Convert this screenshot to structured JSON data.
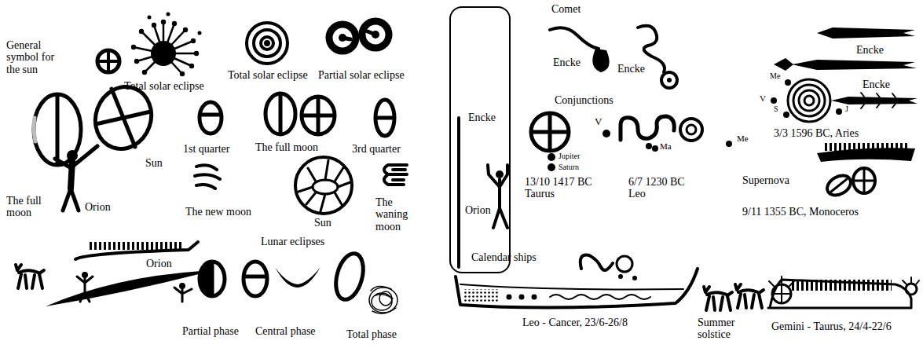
{
  "diagram": {
    "nodes": [
      {
        "text": [
          "Encke",
          "Orion"
        ]
      }
    ],
    "labels": [
      "General symbol for the sun",
      "Total solar eclipse",
      "Total solar eclipse",
      "Partial solar eclipse",
      "1st quarter",
      "The full moon",
      "3rd quarter",
      "The full moon",
      "Sun",
      "Orion",
      "The new moon",
      "Sun",
      "The waning moon",
      "Orion",
      "Lunar eclipses",
      "Partial phase",
      "Central phase",
      "Total phase",
      "Comet",
      "Encke",
      "Encke",
      "Encke",
      "Conjunctions",
      "Jupiter",
      "Saturn",
      "13/10 1417 BC Taurus",
      "V",
      "Ma",
      "Me",
      "6/7 1230 BC Leo",
      "Me",
      "V",
      "S",
      "J",
      "Encke",
      "3/3 1596 BC, Aries",
      "Supernova",
      "9/11 1355 BC, Monoceros",
      "Calendar ships",
      "Leo - Cancer, 23/6-26/8",
      "Summer solstice",
      "Gemini - Taurus, 24/4-22/6"
    ]
  }
}
